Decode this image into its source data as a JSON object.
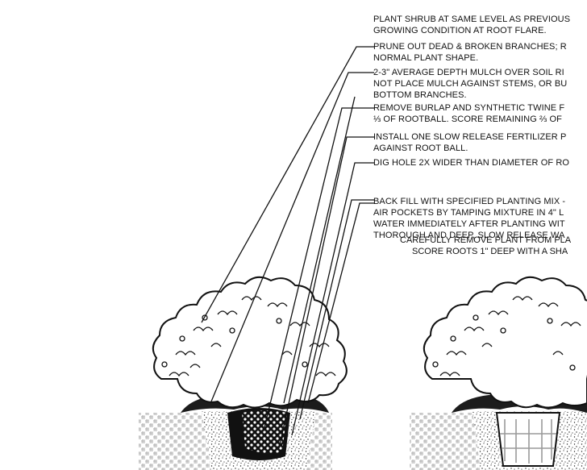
{
  "notes": [
    {
      "lines": [
        "PLANT SHRUB AT SAME LEVEL AS PREVIOUS",
        "GROWING CONDITION AT ROOT FLARE."
      ]
    },
    {
      "lines": [
        "PRUNE OUT DEAD & BROKEN BRANCHES; R",
        "NORMAL PLANT SHAPE."
      ]
    },
    {
      "lines": [
        "2-3\" AVERAGE DEPTH MULCH OVER SOIL RI",
        "NOT PLACE MULCH AGAINST STEMS, OR BU",
        "BOTTOM BRANCHES."
      ]
    },
    {
      "lines": [
        "REMOVE BURLAP AND SYNTHETIC TWINE F",
        "⅓  OF ROOTBALL.  SCORE REMAINING ⅔ OF"
      ]
    },
    {
      "lines": [
        "INSTALL ONE SLOW RELEASE FERTILIZER P",
        "AGAINST ROOT BALL."
      ]
    },
    {
      "lines": [
        "DIG HOLE 2X WIDER THAN DIAMETER OF RO"
      ]
    },
    {
      "lines": [
        "BACK FILL WITH SPECIFIED PLANTING MIX -",
        "AIR POCKETS BY TAMPING MIXTURE IN 4\" L",
        "WATER IMMEDIATELY AFTER PLANTING WIT",
        "THOROUGH AND DEEP, SLOW RELEASE WA"
      ]
    }
  ],
  "caption": {
    "lines": [
      "CAREFULLY REMOVE PLANT FROM PLA",
      "SCORE ROOTS 1\" DEEP WITH A SHA"
    ]
  },
  "colors": {
    "ink": "#111111",
    "mulch": "#1c1c1c",
    "ground": "#bdbdbd",
    "container": "#9a9a9a"
  }
}
